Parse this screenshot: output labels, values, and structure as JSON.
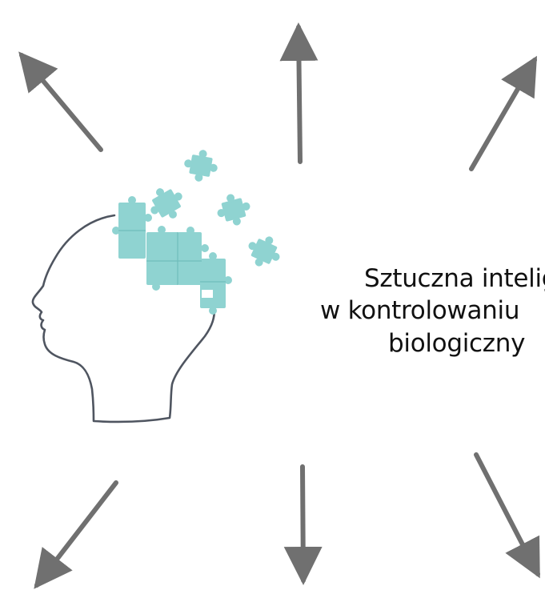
{
  "diagram": {
    "center_text": [
      "Sztuczna intelig",
      "w kontrolowaniu",
      "biologiczny"
    ],
    "colors": {
      "arrow": "#707070",
      "puzzle": "#8fd3d1",
      "puzzle_dark": "#6fbdbb",
      "head_outline": "#4f5560",
      "text": "#111111"
    },
    "icons": [
      "head-profile-icon",
      "puzzle-pieces-icon"
    ]
  }
}
